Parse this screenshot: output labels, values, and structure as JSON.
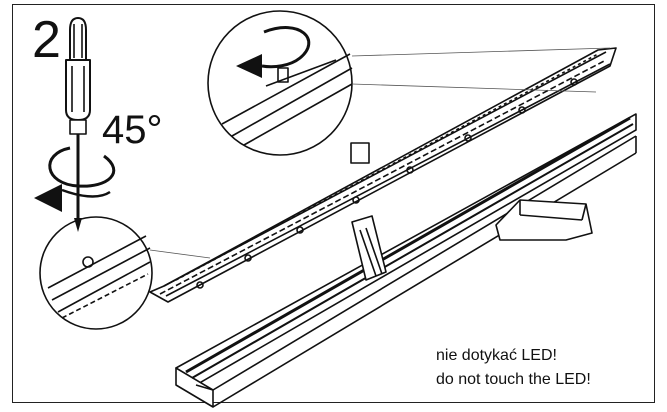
{
  "labels": {
    "step_number": "2",
    "rotation_angle": "45°"
  },
  "warning": {
    "line_pl": "nie dotykać LED!",
    "line_en": "do not touch the LED!"
  },
  "colors": {
    "ink": "#111111",
    "background": "#ffffff"
  },
  "icons": {
    "tool": "screwdriver-icon",
    "rotation": "rotate-arrow-icon"
  }
}
